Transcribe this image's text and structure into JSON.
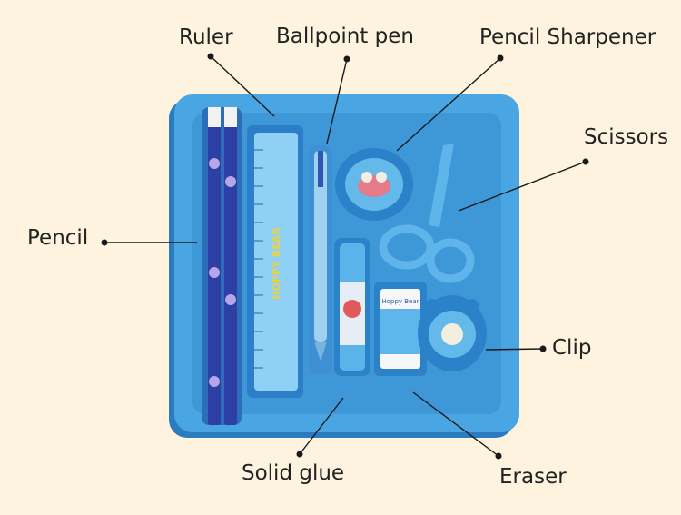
{
  "colors": {
    "background": "#fdf3de",
    "tray": "#3f9ad8",
    "tray_edge": "#2a7cbf",
    "item_dark": "#2f4fb0",
    "item_light": "#7cc7f3"
  },
  "labels": {
    "ruler": "Ruler",
    "ballpoint_pen": "Ballpoint pen",
    "pencil_sharpener": "Pencil Sharpener",
    "scissors": "Scissors",
    "pencil": "Pencil",
    "clip": "Clip",
    "solid_glue": "Solid glue",
    "eraser": "Eraser"
  },
  "item_prints": {
    "ruler_brand": "HOPPY BEAR",
    "eraser_brand": "Hoppy Bear"
  }
}
